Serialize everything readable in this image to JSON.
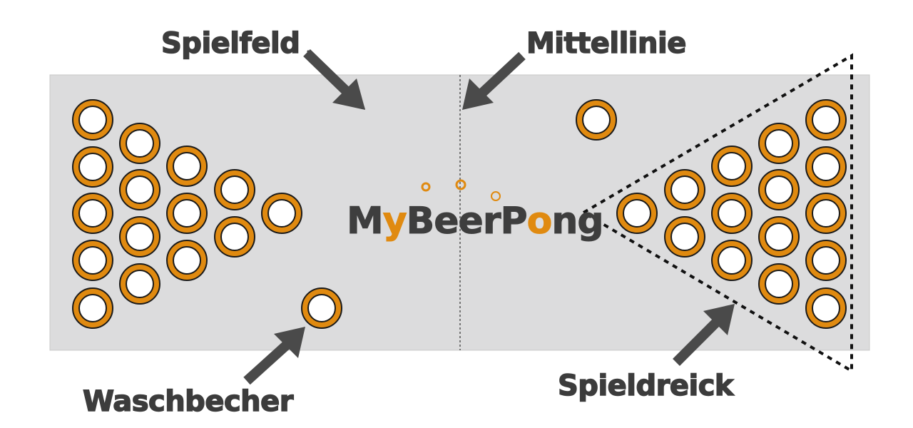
{
  "labels": {
    "field": "Spielfeld",
    "center_line": "Mittellinie",
    "wash_cup": "Waschbecher",
    "triangle": "Spieldreick"
  },
  "logo": {
    "part1": "M",
    "part2": "y",
    "part3": "BeerP",
    "part4": "o",
    "part5": "ng"
  },
  "colors": {
    "table": "#dcdcdd",
    "table_border": "#c8c8c8",
    "cup_rim": "#e08a10",
    "cup_outline": "#1a1a1a",
    "cup_inside": "#ffffff",
    "arrow": "#4a4a4a",
    "text": "#3c3c3c",
    "accent": "#e08a10"
  }
}
